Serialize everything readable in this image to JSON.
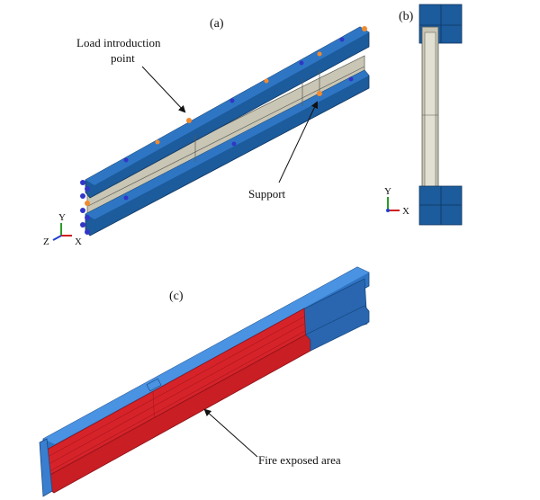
{
  "panels": {
    "a": {
      "label": "(a)",
      "load_label_line1": "Load introduction",
      "load_label_line2": "point",
      "support_label": "Support"
    },
    "b": {
      "label": "(b)"
    },
    "c": {
      "label": "(c)",
      "fire_label": "Fire exposed area"
    }
  },
  "triad_a": {
    "y": "Y",
    "z": "Z",
    "x": "X"
  },
  "triad_b": {
    "y": "Y",
    "x": "X"
  },
  "colors": {
    "flange": "#1c5b9c",
    "flange_dark": "#123f70",
    "web": "#c9c6b5",
    "fire": "#d6232a",
    "steel_light": "#3d86d6",
    "marker_blue": "#3236c8",
    "marker_orange": "#f08a30"
  }
}
